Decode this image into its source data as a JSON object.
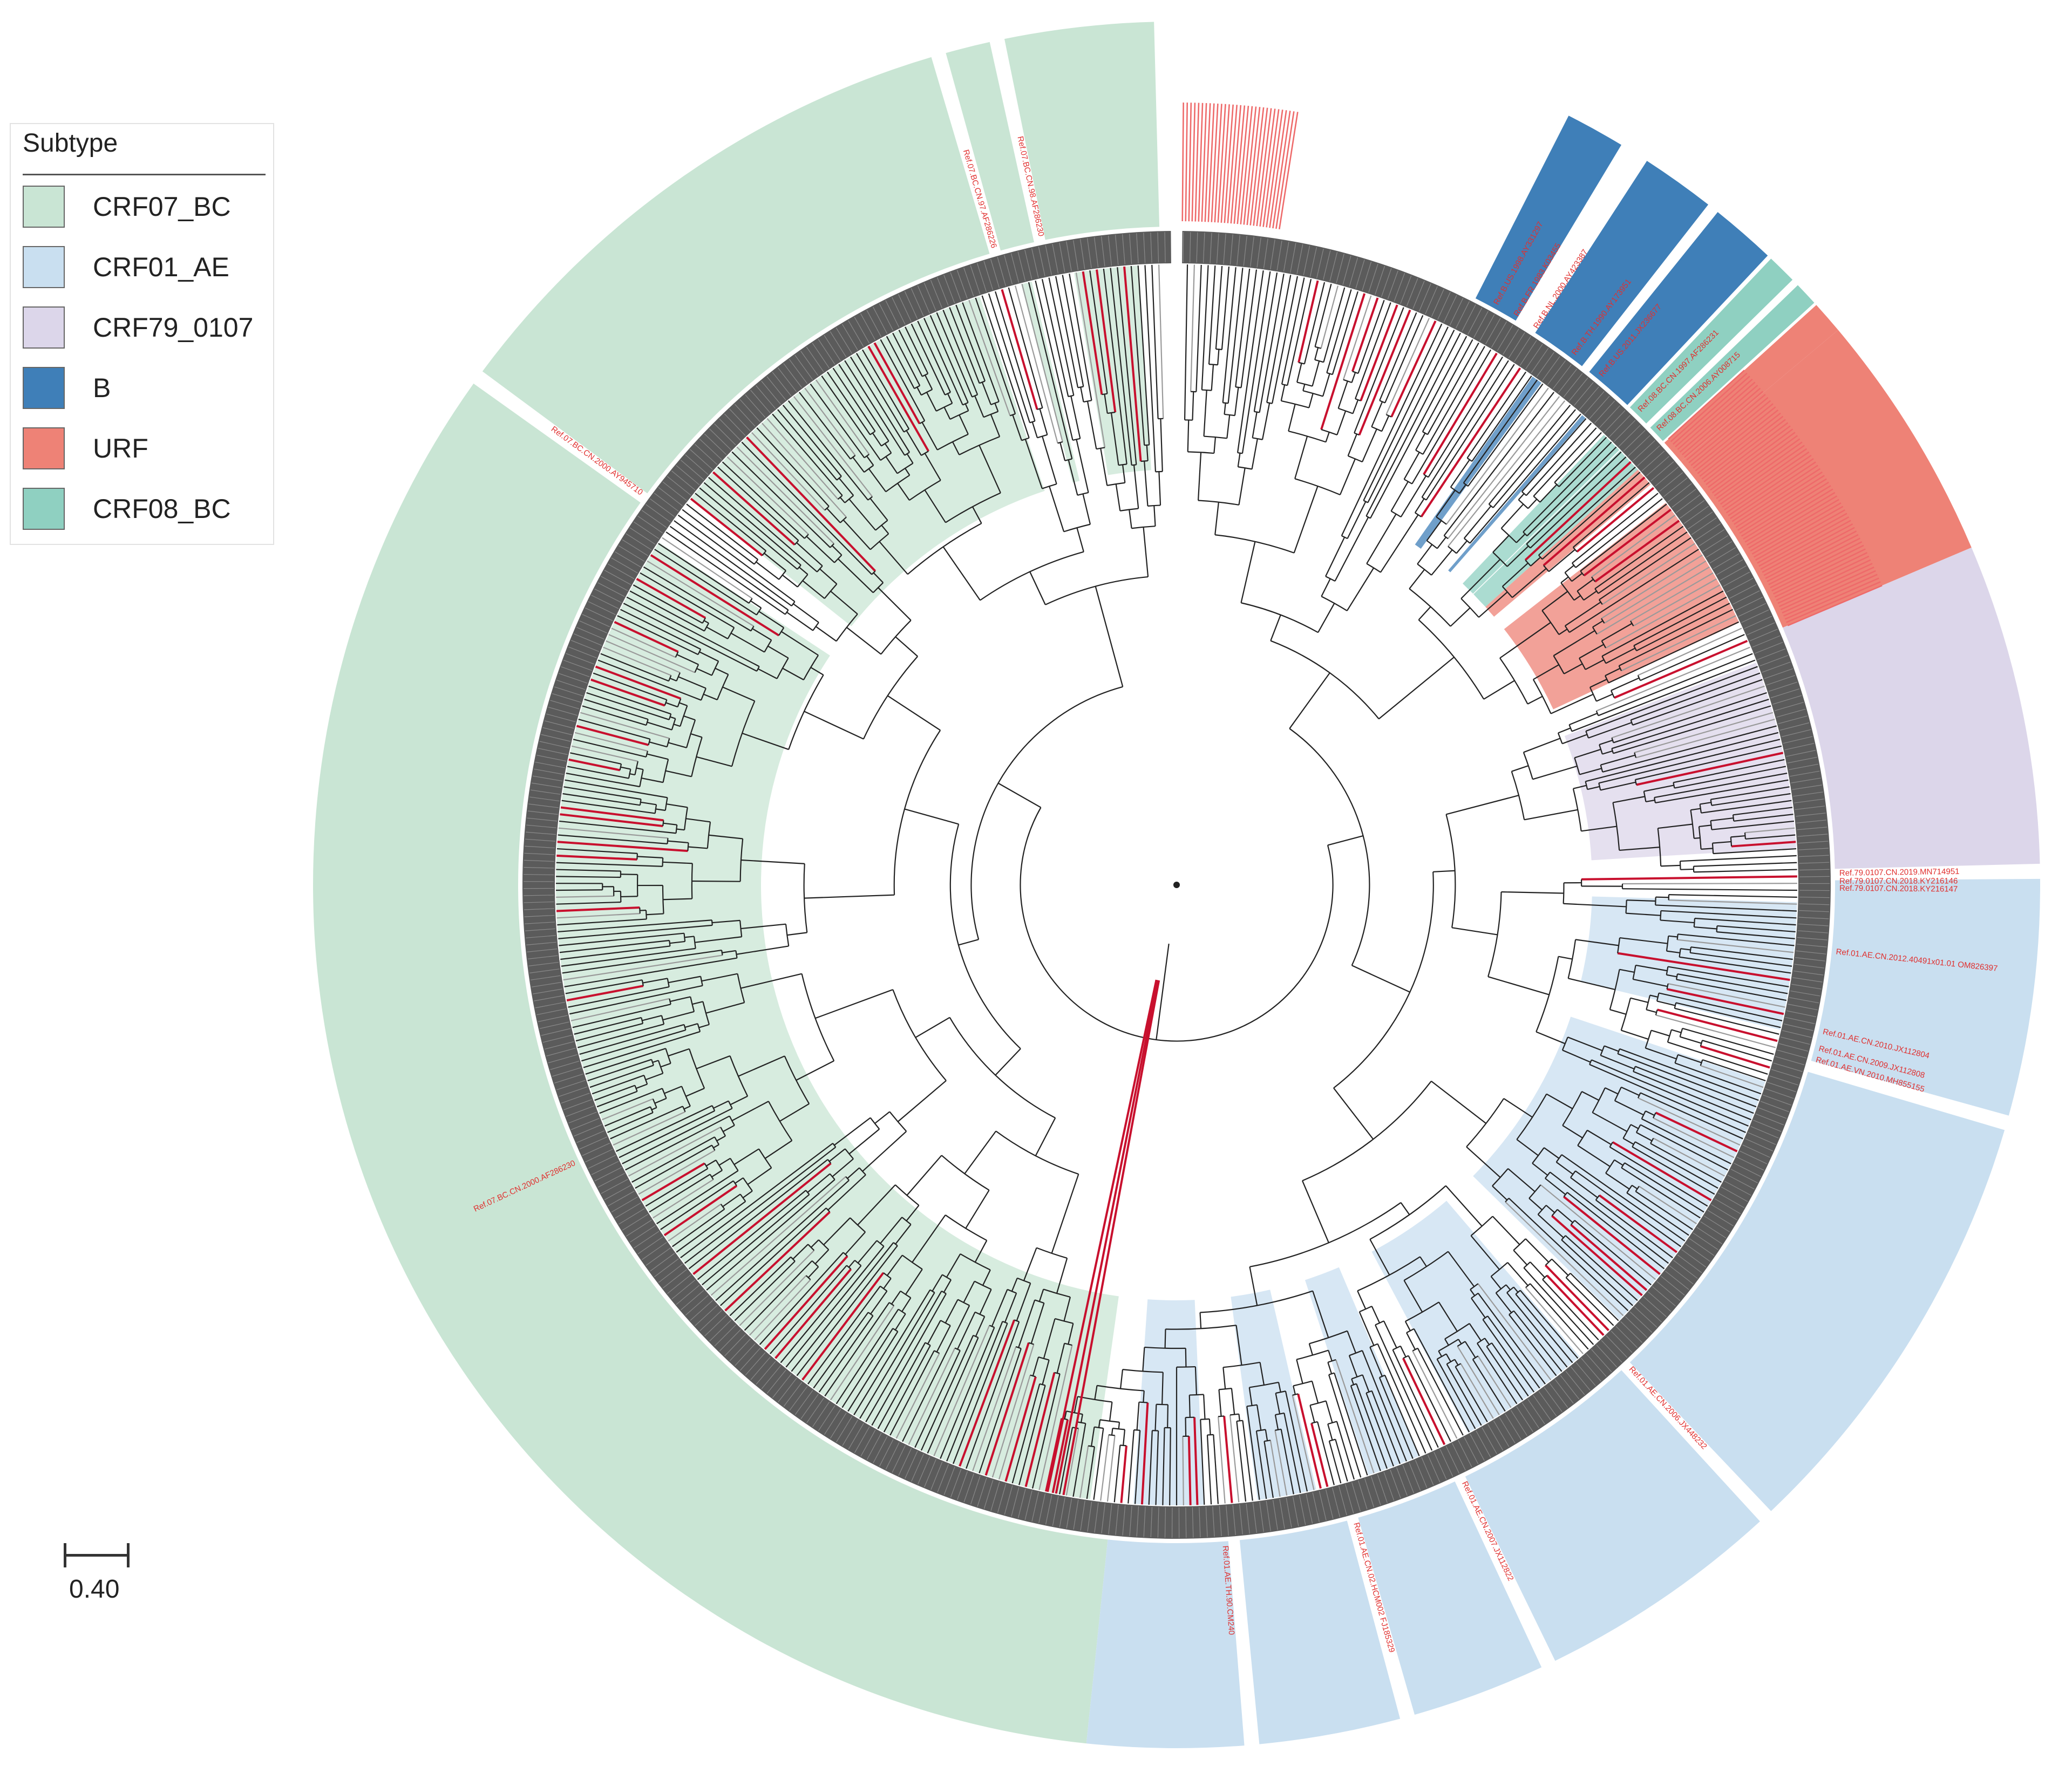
{
  "legend": {
    "title": "Subtype",
    "items": [
      {
        "label": "CRF07_BC",
        "color": "#c9e5d4"
      },
      {
        "label": "CRF01_AE",
        "color": "#c9dff0"
      },
      {
        "label": "CRF79_0107",
        "color": "#dcd6ea"
      },
      {
        "label": "B",
        "color": "#3f7fb8"
      },
      {
        "label": "URF",
        "color": "#ee8276"
      },
      {
        "label": "CRF08_BC",
        "color": "#8fd0c1"
      }
    ]
  },
  "scale_bar": {
    "label": "0.40"
  },
  "clades": [
    {
      "subtype": "CRF07_BC",
      "color": "#c9e5d4",
      "start_deg": 186.0,
      "end_deg": 305.5
    },
    {
      "subtype": "CRF07_BC",
      "color": "#c9e5d4",
      "start_deg": 306.5,
      "end_deg": 343.5
    },
    {
      "subtype": "CRF07_BC",
      "color": "#c9e5d4",
      "start_deg": 344.5,
      "end_deg": 347.5
    },
    {
      "subtype": "CRF07_BC",
      "color": "#c9e5d4",
      "start_deg": 348.5,
      "end_deg": 358.5
    },
    {
      "subtype": "B",
      "color": "#3f7fb8",
      "start_deg": 27.0,
      "end_deg": 31.0
    },
    {
      "subtype": "B",
      "color": "#3f7fb8",
      "start_deg": 33.0,
      "end_deg": 38.0
    },
    {
      "subtype": "B",
      "color": "#3f7fb8",
      "start_deg": 38.8,
      "end_deg": 43.2
    },
    {
      "subtype": "CRF08_BC",
      "color": "#8fd0c1",
      "start_deg": 43.5,
      "end_deg": 45.5
    },
    {
      "subtype": "CRF08_BC",
      "color": "#8fd0c1",
      "start_deg": 46.0,
      "end_deg": 47.6
    },
    {
      "subtype": "URF",
      "color": "#ee8276",
      "start_deg": 47.8,
      "end_deg": 50.0
    },
    {
      "subtype": "URF",
      "color": "#ee8276",
      "start_deg": 50.0,
      "end_deg": 67.0
    },
    {
      "subtype": "CRF79_0107",
      "color": "#dcd6ea",
      "start_deg": 67.0,
      "end_deg": 88.6
    },
    {
      "subtype": "CRF01_AE",
      "color": "#c9dff0",
      "start_deg": 89.6,
      "end_deg": 105.5
    },
    {
      "subtype": "CRF01_AE",
      "color": "#c9dff0",
      "start_deg": 106.5,
      "end_deg": 136.5
    },
    {
      "subtype": "CRF01_AE",
      "color": "#c9dff0",
      "start_deg": 137.5,
      "end_deg": 154.0
    },
    {
      "subtype": "CRF01_AE",
      "color": "#c9dff0",
      "start_deg": 155.0,
      "end_deg": 164.0
    },
    {
      "subtype": "CRF01_AE",
      "color": "#c9dff0",
      "start_deg": 165.0,
      "end_deg": 174.5
    },
    {
      "subtype": "CRF01_AE",
      "color": "#c9dff0",
      "start_deg": 175.5,
      "end_deg": 186.0
    }
  ],
  "annotations": [
    {
      "text": "Ref.07.BC.CN.2000.AY945710",
      "angle_deg": 306.0
    },
    {
      "text": "Ref.07.BC.CN.97.AF286226",
      "angle_deg": 343.8
    },
    {
      "text": "Ref.07.BC.CN.98.AF286230",
      "angle_deg": 348.0
    },
    {
      "text": "Ref.07.BC.CN.2000.AF286230",
      "angle_deg": 245.0
    },
    {
      "text": "Ref.01.AE.TH.90.CM240",
      "angle_deg": 176.0
    },
    {
      "text": "Ref.01.AE.CN.02.HCM002 FJ185329",
      "angle_deg": 164.5
    },
    {
      "text": "Ref.01.AE.CN.2007.JX112822",
      "angle_deg": 154.5
    },
    {
      "text": "Ref.01.AE.CN.2006.JX448232",
      "angle_deg": 137.0
    },
    {
      "text": "Ref.01.AE.CN.2012.40491x01.01 OM826397",
      "angle_deg": 96.0
    },
    {
      "text": "Ref.01.AE.CN.2010.JX112804",
      "angle_deg": 103.0
    },
    {
      "text": "Ref.01.AE.CN.2009.JX112808",
      "angle_deg": 104.5
    },
    {
      "text": "Ref.01.AE.VN.2010.MH855155",
      "angle_deg": 105.5
    },
    {
      "text": "Ref.79.0107.CN.2019.MN714951",
      "angle_deg": 89.2
    },
    {
      "text": "Ref.79.0107.CN.2018.KY216146",
      "angle_deg": 89.9
    },
    {
      "text": "Ref.79.0107.CN.2018.KY216147",
      "angle_deg": 90.5
    },
    {
      "text": "Ref.B.US.1998.AY331297",
      "angle_deg": 29.0
    },
    {
      "text": "Ref.B.FR.1983.K03455",
      "angle_deg": 31.0
    },
    {
      "text": "Ref.B.NL.2000.AY423387",
      "angle_deg": 33.0
    },
    {
      "text": "Ref.B.TH.1990.AY173951",
      "angle_deg": 37.0
    },
    {
      "text": "Ref.B.US.2011.JX236677",
      "angle_deg": 40.0
    },
    {
      "text": "Ref.08.BC.CN.1997.AF286231",
      "angle_deg": 44.5
    },
    {
      "text": "Ref.08.BC.CN.2006.AY008715",
      "angle_deg": 46.8
    }
  ]
}
